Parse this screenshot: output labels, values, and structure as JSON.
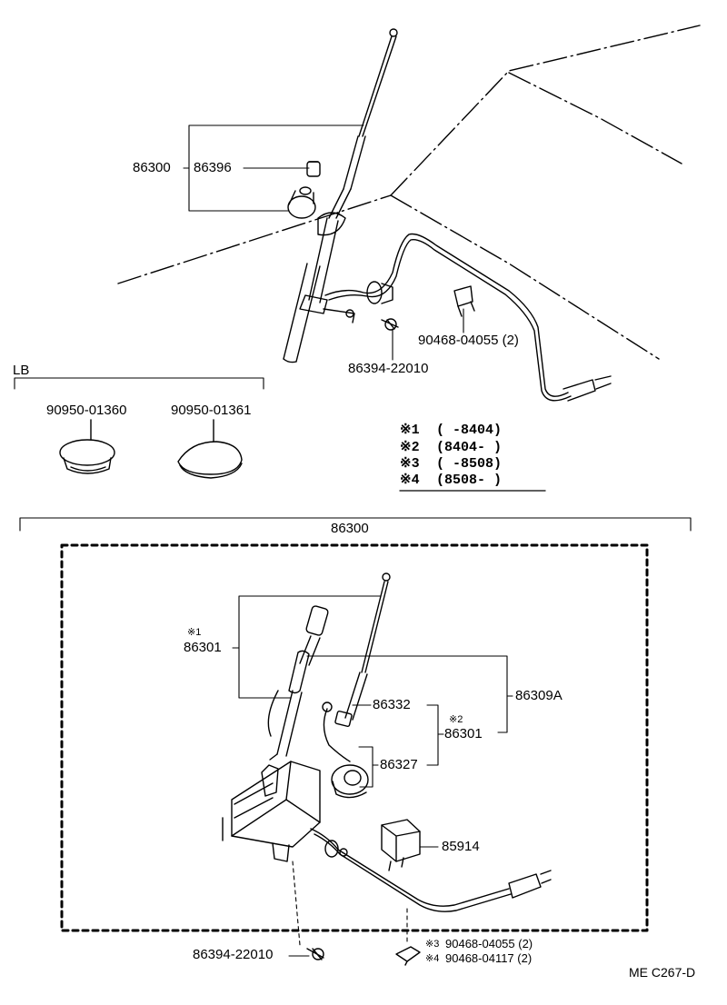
{
  "labels": {
    "top_assembly": "86300",
    "top_bushing": "86396",
    "top_screw": "86394-22010",
    "top_clamp": "90468-04055 (2)",
    "lb_title": "LB",
    "lb_plug_a": "90950-01360",
    "lb_plug_b": "90950-01361",
    "main_assembly": "86300",
    "mast_note": "※1",
    "mast_part": "86301",
    "rod": "86332",
    "rod_note": "※2",
    "rod_part": "86301",
    "ring": "86327",
    "kit": "86309A",
    "relay": "85914",
    "bottom_screw": "86394-22010",
    "clamp1_note": "※3",
    "clamp1": "90468-04055 (2)",
    "clamp2_note": "※4",
    "clamp2": "90468-04117 (2)",
    "diagram_code": "ME C267-D"
  },
  "legend": [
    {
      "mark": "※1",
      "range": "(      -8404)"
    },
    {
      "mark": "※2",
      "range": "(8404-      )"
    },
    {
      "mark": "※3",
      "range": "(      -8508)"
    },
    {
      "mark": "※4",
      "range": "(8508-      )"
    }
  ]
}
